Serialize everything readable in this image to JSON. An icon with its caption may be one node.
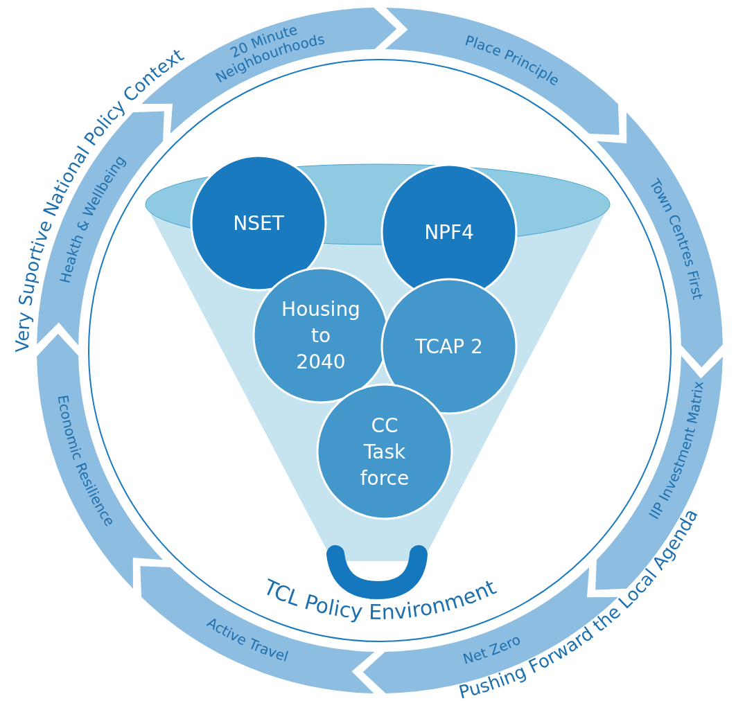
{
  "diagram": {
    "nodes": [
      {
        "text": [
          "20 Minute Neighbourhoods"
        ]
      },
      {
        "text": [
          "Place Principle"
        ]
      },
      {
        "text": [
          "Town Centres First"
        ]
      },
      {
        "text": [
          "IIP Investment Matrix"
        ]
      },
      {
        "text": [
          "Net Zero"
        ]
      },
      {
        "text": [
          "Active Travel"
        ]
      },
      {
        "text": [
          "Economic Resilience"
        ]
      },
      {
        "text": [
          "Heakth & Wellbeing"
        ]
      },
      {
        "text": [
          "TCL Policy Environment"
        ]
      },
      {
        "text": [
          "NSET"
        ],
        "in": 8
      },
      {
        "text": [
          "NPF4"
        ],
        "in": 8
      },
      {
        "text": [
          "Housing to 2040"
        ],
        "in": 8
      },
      {
        "text": [
          "TCAP 2"
        ],
        "in": 8
      },
      {
        "text": [
          "CC Task force"
        ],
        "in": 8
      }
    ],
    "labels": [
      "Very Suportive National Policy Context",
      "Pushing Forward the Local Agenda"
    ]
  }
}
